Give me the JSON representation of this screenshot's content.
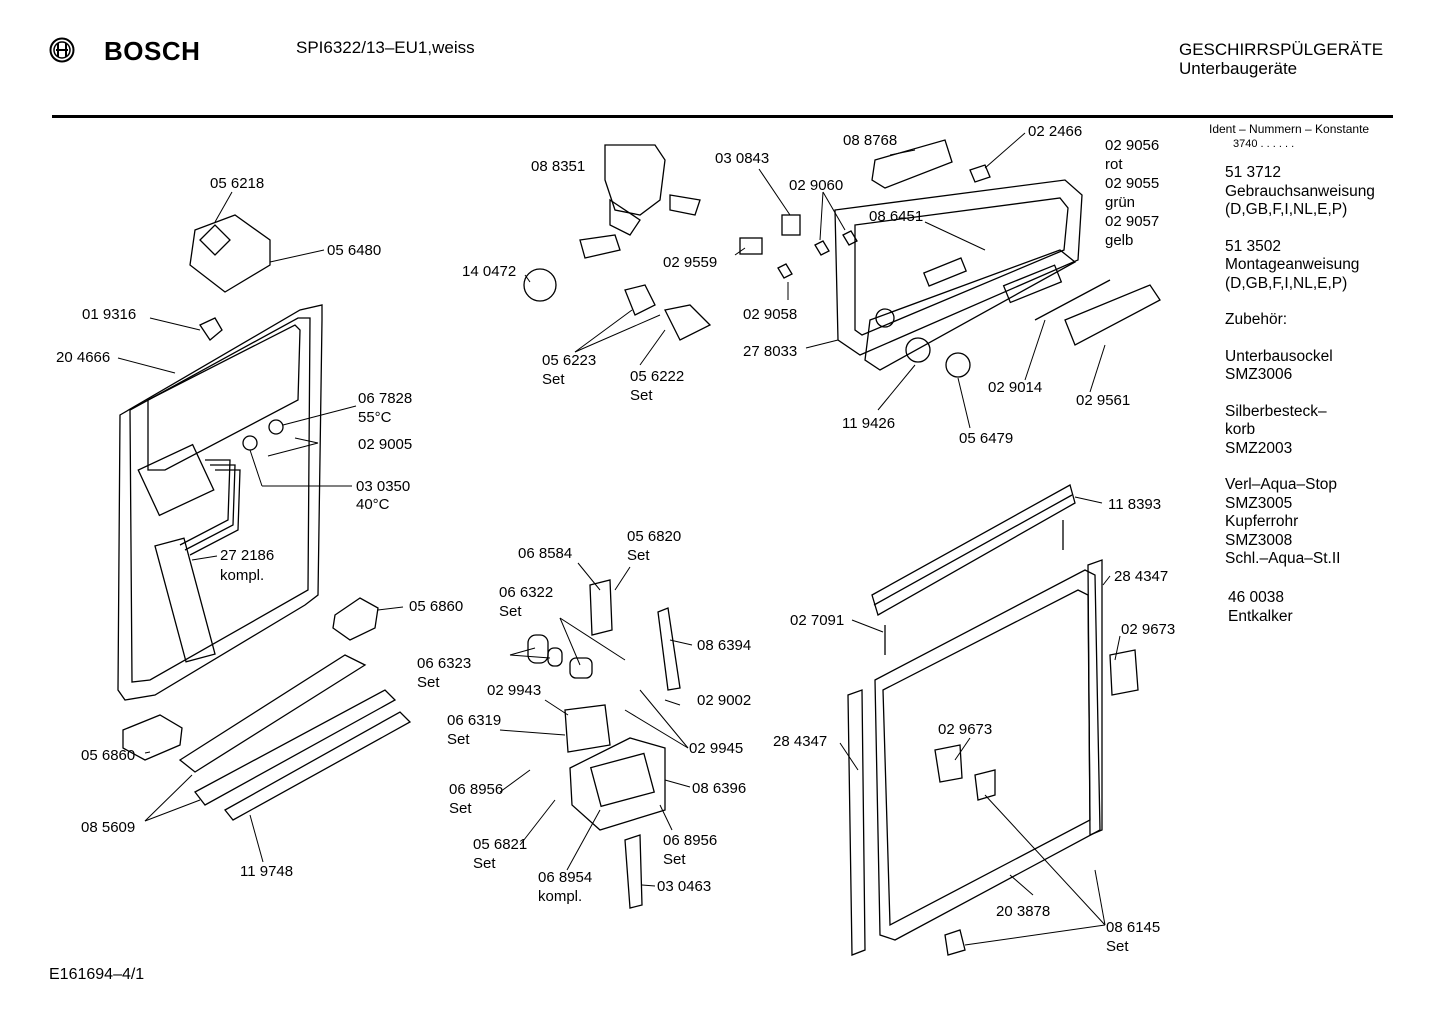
{
  "header": {
    "brand": "BOSCH",
    "model": "SPI6322/13–EU1,weiss",
    "category_line1": "GESCHIRRSPÜLGERÄTE",
    "category_line2": "Unterbaugeräte",
    "ident_caption": "Ident – Nummern – Konstante",
    "ident_value": "3740 . . . . . ."
  },
  "side_list": [
    [
      "51 3712",
      "Gebrauchsanweisung",
      "(D,GB,F,I,NL,E,P)"
    ],
    [
      "51 3502",
      "Montageanweisung",
      "(D,GB,F,I,NL,E,P)"
    ],
    [
      "Zubehör:"
    ],
    [
      "Unterbausockel",
      "SMZ3006"
    ],
    [
      "Silberbesteck–",
      "korb",
      "SMZ2003"
    ],
    [
      "Verl–Aqua–Stop",
      "SMZ3005",
      "Kupferrohr",
      "SMZ3008",
      "Schl.–Aqua–St.II"
    ],
    [
      "460038 Entkalker"
    ]
  ],
  "part_labels": [
    {
      "id": "l1",
      "text": "05 6218"
    },
    {
      "id": "l2",
      "text": "05 6480"
    },
    {
      "id": "l3",
      "text": "01 9316"
    },
    {
      "id": "l4",
      "text": "20 4666"
    },
    {
      "id": "l5",
      "text": "06 7828"
    },
    {
      "id": "l6",
      "text": "55°C"
    },
    {
      "id": "l7",
      "text": "02 9005"
    },
    {
      "id": "l8",
      "text": "03 0350"
    },
    {
      "id": "l9",
      "text": "40°C"
    },
    {
      "id": "l10",
      "text": "27 2186"
    },
    {
      "id": "l11",
      "text": "kompl."
    },
    {
      "id": "l12",
      "text": "05 6860"
    },
    {
      "id": "l13",
      "text": "05 6860"
    },
    {
      "id": "l14",
      "text": "08 5609"
    },
    {
      "id": "l15",
      "text": "11 9748"
    },
    {
      "id": "l16",
      "text": "08 8351"
    },
    {
      "id": "l17",
      "text": "03 0843"
    },
    {
      "id": "l18",
      "text": "02 9060"
    },
    {
      "id": "l19",
      "text": "14 0472"
    },
    {
      "id": "l20",
      "text": "02 9559"
    },
    {
      "id": "l21",
      "text": "02 9058"
    },
    {
      "id": "l22",
      "text": "05 6223"
    },
    {
      "id": "l23",
      "text": "Set"
    },
    {
      "id": "l24",
      "text": "05 6222"
    },
    {
      "id": "l25",
      "text": "Set"
    },
    {
      "id": "l26",
      "text": "08 8768"
    },
    {
      "id": "l27",
      "text": "02 2466"
    },
    {
      "id": "l28",
      "text": "02 9056"
    },
    {
      "id": "l29",
      "text": "rot"
    },
    {
      "id": "l30",
      "text": "02 9055"
    },
    {
      "id": "l31",
      "text": "grün"
    },
    {
      "id": "l32",
      "text": "02 9057"
    },
    {
      "id": "l33",
      "text": "gelb"
    },
    {
      "id": "l34",
      "text": "08 6451"
    },
    {
      "id": "l35",
      "text": "27 8033"
    },
    {
      "id": "l36",
      "text": "11 9426"
    },
    {
      "id": "l37",
      "text": "05 6479"
    },
    {
      "id": "l38",
      "text": "02 9014"
    },
    {
      "id": "l39",
      "text": "02 9561"
    },
    {
      "id": "l40",
      "text": "06 8584"
    },
    {
      "id": "l41",
      "text": "05 6820"
    },
    {
      "id": "l42",
      "text": "Set"
    },
    {
      "id": "l43",
      "text": "06 6322"
    },
    {
      "id": "l44",
      "text": "Set"
    },
    {
      "id": "l45",
      "text": "08 6394"
    },
    {
      "id": "l46",
      "text": "06 6323"
    },
    {
      "id": "l47",
      "text": "Set"
    },
    {
      "id": "l48",
      "text": "02 9943"
    },
    {
      "id": "l49",
      "text": "02 9002"
    },
    {
      "id": "l50",
      "text": "06 6319"
    },
    {
      "id": "l51",
      "text": "Set"
    },
    {
      "id": "l52",
      "text": "02 9945"
    },
    {
      "id": "l53",
      "text": "06 8956"
    },
    {
      "id": "l54",
      "text": "Set"
    },
    {
      "id": "l55",
      "text": "08 6396"
    },
    {
      "id": "l56",
      "text": "05 6821"
    },
    {
      "id": "l57",
      "text": "Set"
    },
    {
      "id": "l58",
      "text": "06 8956"
    },
    {
      "id": "l59",
      "text": "Set"
    },
    {
      "id": "l60",
      "text": "06 8954"
    },
    {
      "id": "l61",
      "text": "kompl."
    },
    {
      "id": "l62",
      "text": "03 0463"
    },
    {
      "id": "l63",
      "text": "11 8393"
    },
    {
      "id": "l64",
      "text": "28 4347"
    },
    {
      "id": "l65",
      "text": "02 7091"
    },
    {
      "id": "l66",
      "text": "02 9673"
    },
    {
      "id": "l67",
      "text": "28 4347"
    },
    {
      "id": "l68",
      "text": "02 9673"
    },
    {
      "id": "l69",
      "text": "20 3878"
    },
    {
      "id": "l70",
      "text": "08 6145"
    },
    {
      "id": "l71",
      "text": "Set"
    }
  ],
  "footer": {
    "drawing_id": "E161694–4/1"
  }
}
